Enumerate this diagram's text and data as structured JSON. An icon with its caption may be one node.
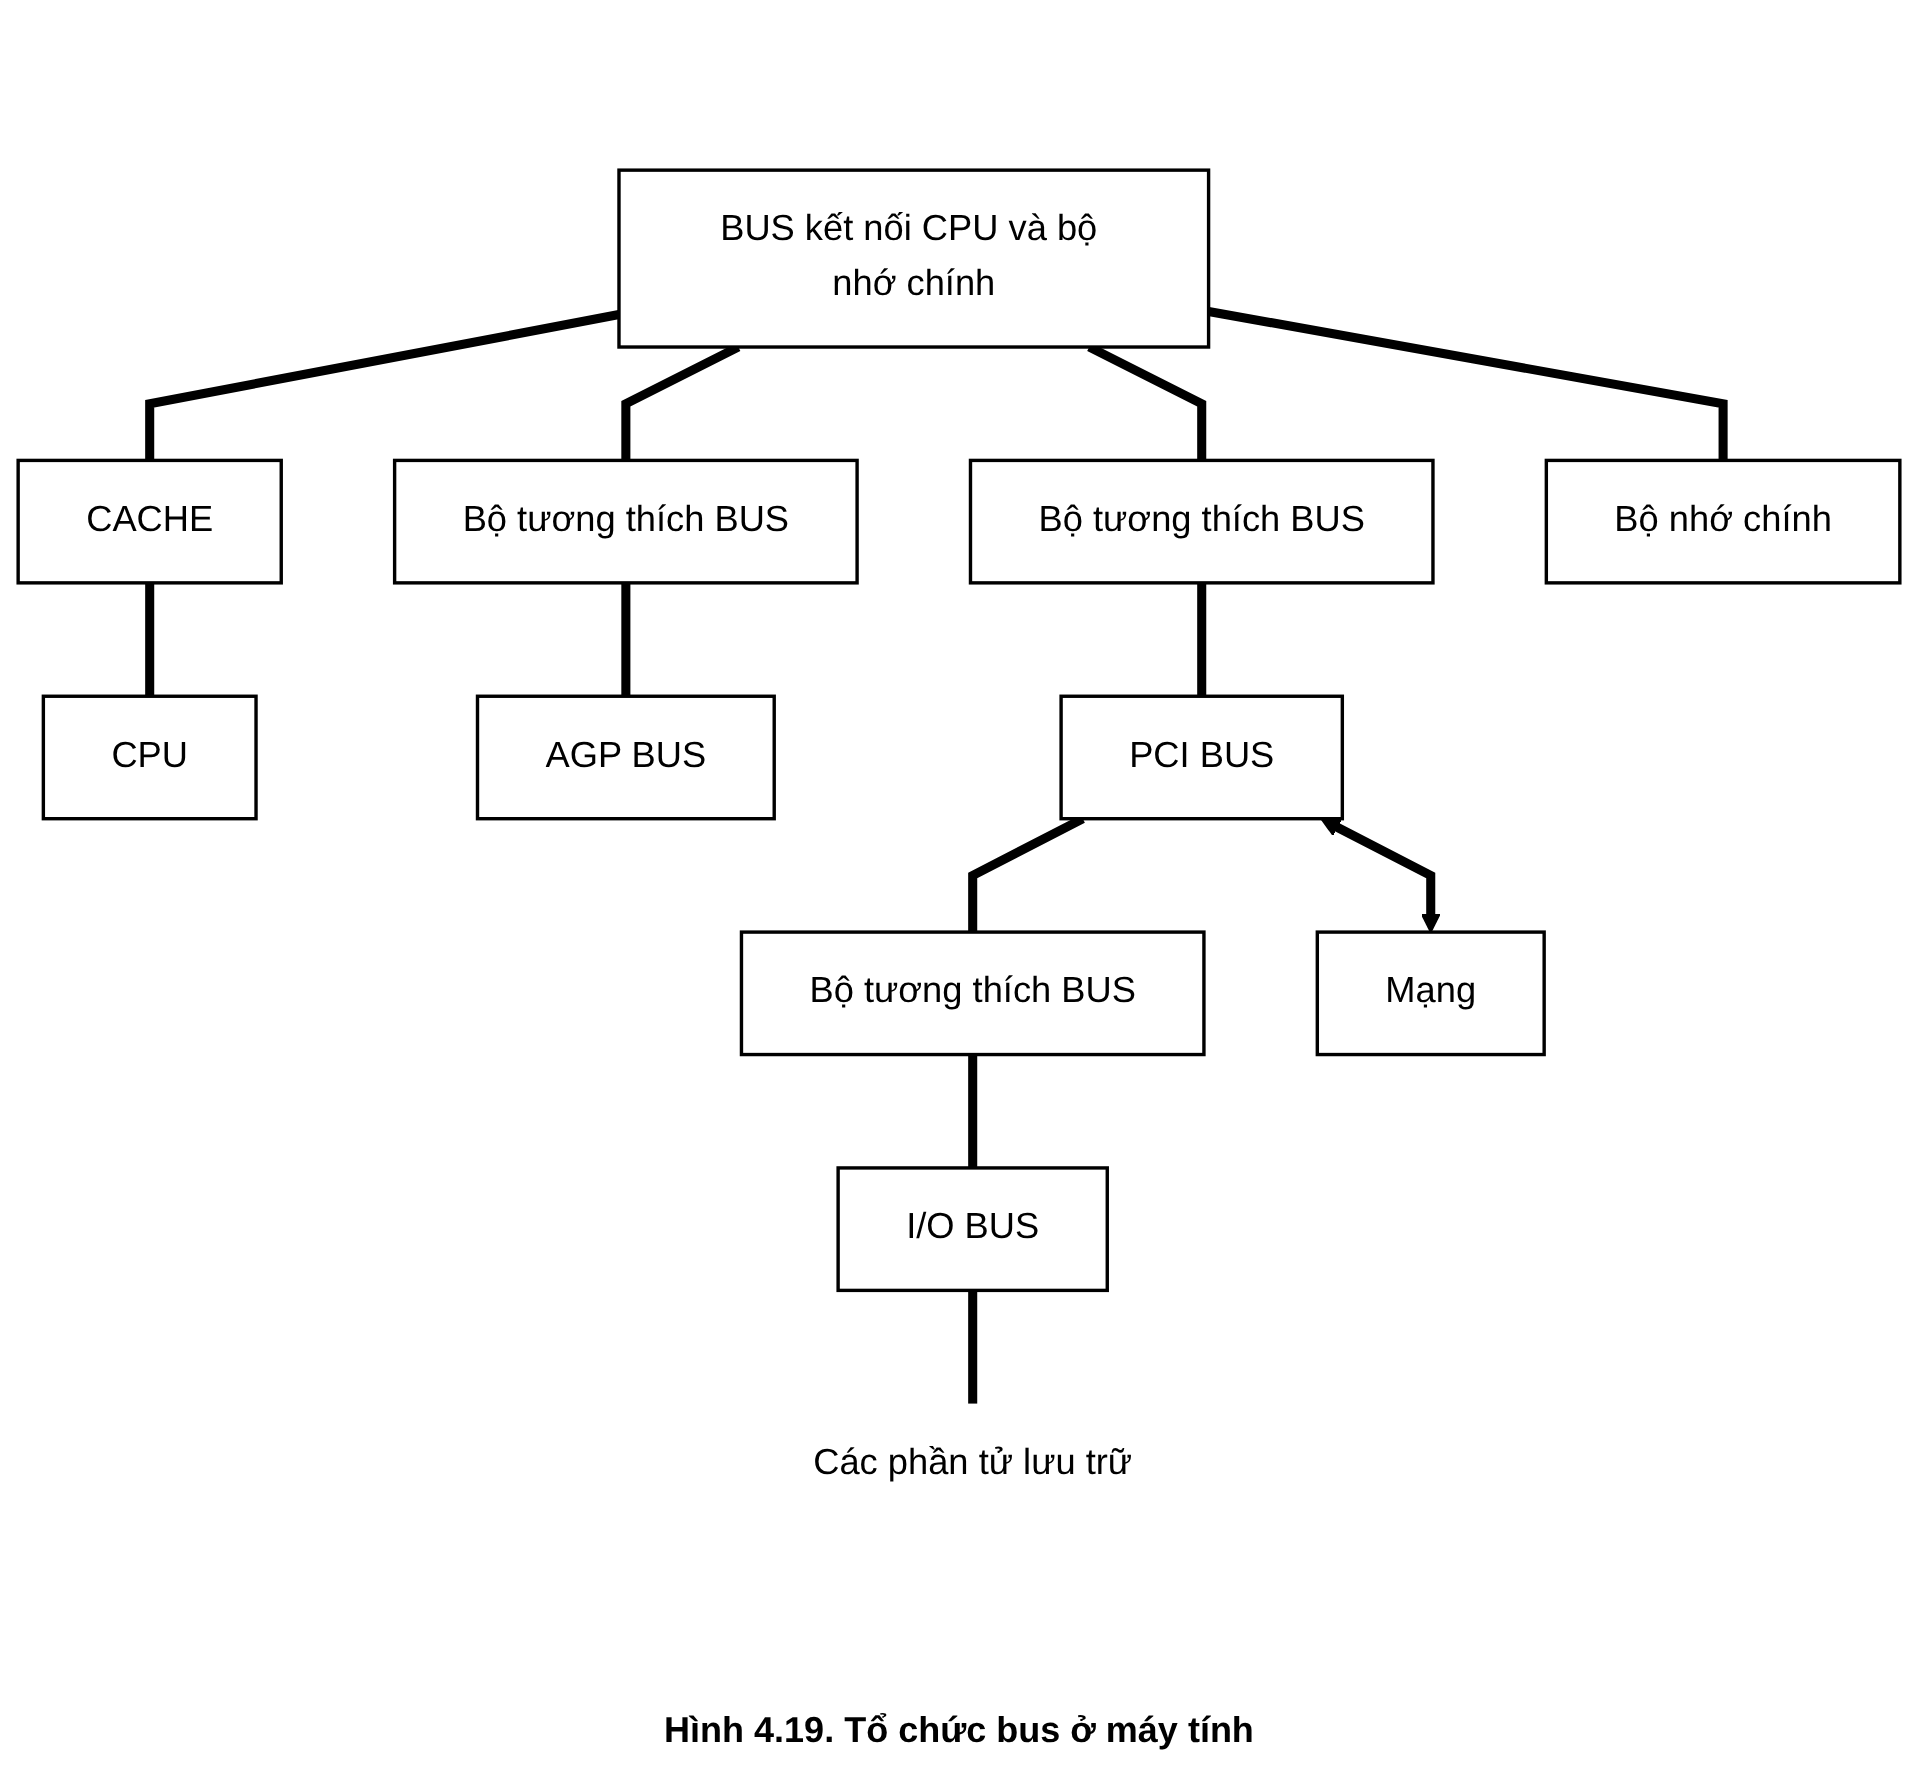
{
  "diagram": {
    "caption": "Hình 4.19. Tổ chức bus ở máy tính",
    "nodes": [
      {
        "text": [
          "BUS kết nối CPU và bộ nhớ chính"
        ]
      },
      {
        "text": [
          "CACHE"
        ]
      },
      {
        "text": [
          "CPU"
        ]
      },
      {
        "text": [
          "Bộ tương thích BUS"
        ]
      },
      {
        "text": [
          "AGP BUS"
        ]
      },
      {
        "text": [
          "Bộ tương thích BUS"
        ]
      },
      {
        "text": [
          "Bộ nhớ chính"
        ]
      },
      {
        "text": [
          "PCI BUS"
        ]
      },
      {
        "text": [
          "Bộ tương thích BUS"
        ]
      },
      {
        "text": [
          "Mạng"
        ]
      },
      {
        "text": [
          "I/O BUS"
        ]
      },
      {
        "text": [
          "Các phần tử lưu trữ"
        ]
      }
    ],
    "edges": [
      {
        "from": 0,
        "to": 1,
        "arrow": "none"
      },
      {
        "from": 1,
        "to": 2,
        "arrow": "none"
      },
      {
        "from": 0,
        "to": 3,
        "arrow": "none"
      },
      {
        "from": 3,
        "to": 4,
        "arrow": "none"
      },
      {
        "from": 0,
        "to": 5,
        "arrow": "none"
      },
      {
        "from": 0,
        "to": 6,
        "arrow": "none"
      },
      {
        "from": 5,
        "to": 7,
        "arrow": "none"
      },
      {
        "from": 7,
        "to": 8,
        "arrow": "none"
      },
      {
        "from": 7,
        "to": 9,
        "arrow": "both"
      },
      {
        "from": 8,
        "to": 10,
        "arrow": "none"
      },
      {
        "from": 10,
        "to": 11,
        "arrow": "none"
      }
    ]
  }
}
